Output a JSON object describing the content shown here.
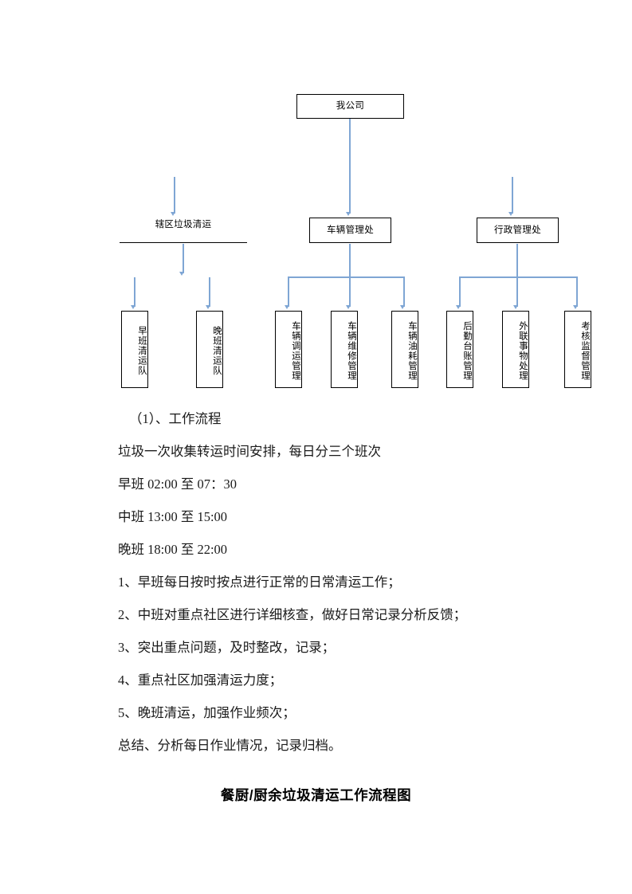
{
  "document": {
    "chart": {
      "root": {
        "label": "我公司"
      },
      "level2": [
        {
          "label": "辖区垃圾清运"
        },
        {
          "label": "车辆管理处"
        },
        {
          "label": "行政管理处"
        }
      ],
      "level3": [
        {
          "label": "早班清运队",
          "parent": "辖区垃圾清运"
        },
        {
          "label": "晚班清运队",
          "parent": "辖区垃圾清运"
        },
        {
          "label": "车辆调运管理",
          "parent": "车辆管理处"
        },
        {
          "label": "车辆维修管理",
          "parent": "车辆管理处"
        },
        {
          "label": "车辆油耗管理",
          "parent": "车辆管理处"
        },
        {
          "label": "后勤台账管理",
          "parent": "行政管理处"
        },
        {
          "label": "外联事物处理",
          "parent": "行政管理处"
        },
        {
          "label": "考核监督管理",
          "parent": "行政管理处"
        }
      ],
      "connector_color": "#7fa6d4",
      "box_border_color": "#000000"
    },
    "sections": {
      "heading": "（1）、工作流程",
      "intro": "垃圾一次收集转运时间安排，每日分三个班次",
      "shifts": [
        "早班 02:00 至 07：30",
        "中班 13:00 至 15:00",
        "晚班 18:00 至 22:00"
      ],
      "items": [
        "1、早班每日按时按点进行正常的日常清运工作；",
        "2、中班对重点社区进行详细核查，做好日常记录分析反馈；",
        "3、突出重点问题，及时整改，记录；",
        "4、重点社区加强清运力度；",
        "5、晚班清运，加强作业频次；"
      ],
      "closing": "总结、分析每日作业情况，记录归档。"
    },
    "footer": {
      "title": "餐厨/厨余垃圾清运工作流程图"
    }
  }
}
